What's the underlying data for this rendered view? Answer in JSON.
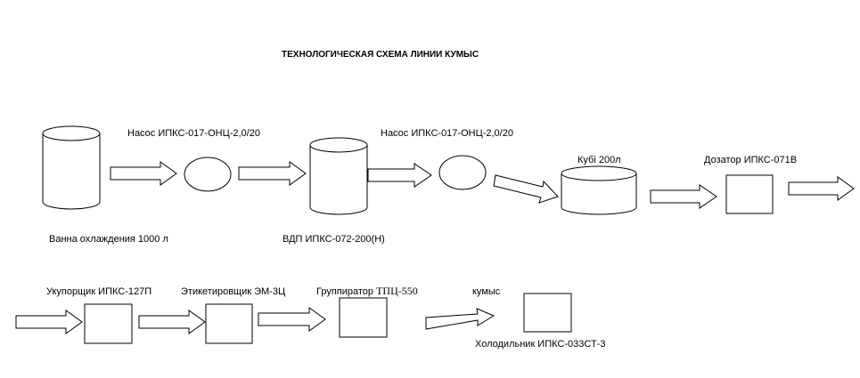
{
  "title": "ТЕХНОЛОГИЧЕСКАЯ СХЕМА ЛИНИИ КУМЫС",
  "labels": {
    "cooling_bath": "Ванна охлаждения 1000 л",
    "pump_1": "Насос ИПКС-017-ОНЦ-2,0/20",
    "vdp": "ВДП ИПКС-072-200(Н)",
    "pump_2": "Насос ИПКС-017-ОНЦ-2,0/20",
    "cube": "Кубі 200л",
    "dispenser": "Дозатор ИПКС-071В",
    "capper": "Укупорщик ИПКС-127П",
    "labeler": "Этикетировщик ЭМ-3Ц",
    "grouper_prefix": "Группиратор ",
    "grouper_model": "ТПЦ-550",
    "product": "кумыс",
    "refrigerator": "Холодильник ИПКС-033СТ-3"
  }
}
